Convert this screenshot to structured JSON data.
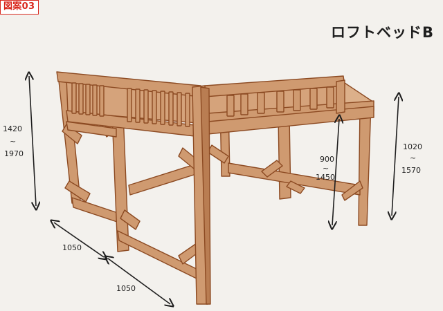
{
  "badge": "図案03",
  "title": "ロフトベッドB",
  "dimensions": {
    "total_height_min": "1420",
    "total_height_sep": "~",
    "total_height_max": "1970",
    "depth": "1050",
    "width": "1050",
    "deck_height_min": "900",
    "deck_height_sep": "~",
    "deck_height_max": "1450",
    "right_height_min": "1020",
    "right_height_sep": "~",
    "right_height_max": "1570"
  },
  "colors": {
    "wood": "#cf9a70",
    "wood_dark": "#8c4a22",
    "ink": "#1e1e1e",
    "badge_red": "#d9271d",
    "background": "#f3f1ed"
  }
}
